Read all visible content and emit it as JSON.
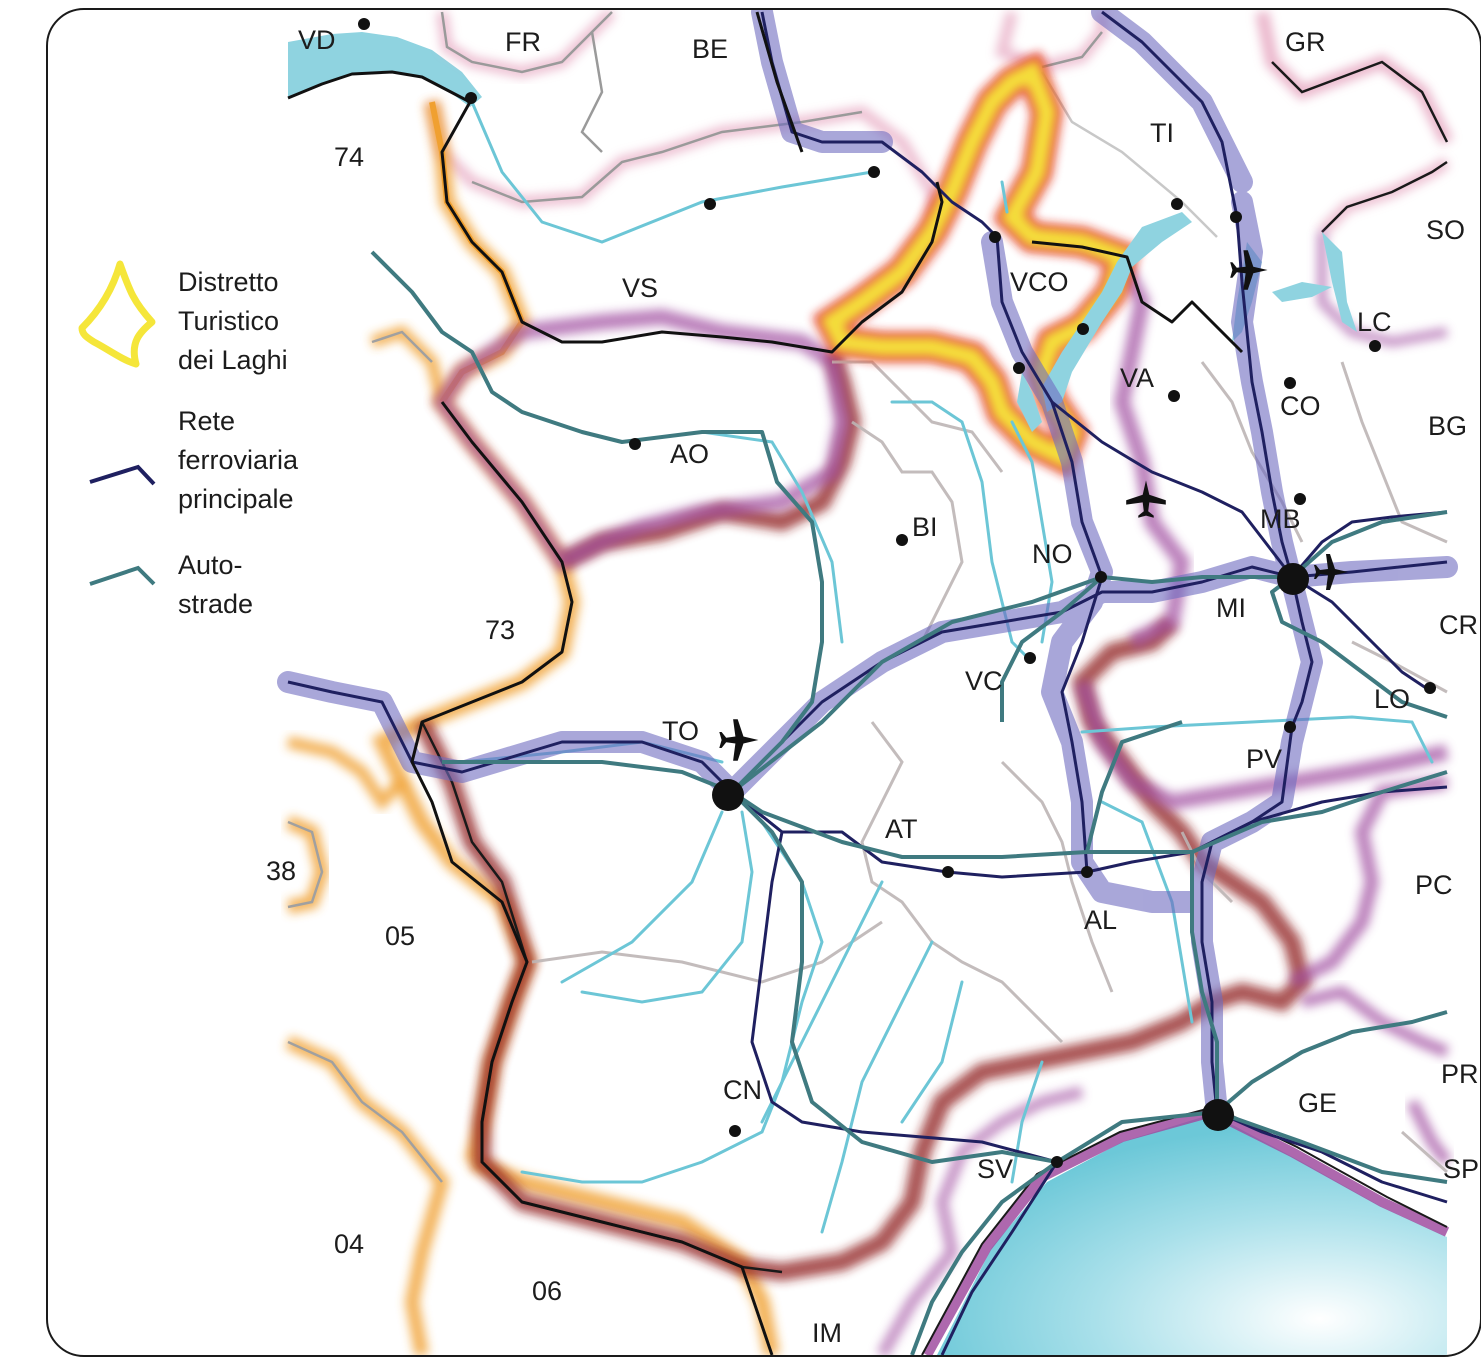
{
  "legend": {
    "tourist_district": [
      "Distretto",
      "Turistico",
      "dei Laghi"
    ],
    "railway": [
      "Rete",
      "ferroviaria",
      "principale"
    ],
    "motorway": [
      "Auto-",
      "strade"
    ]
  },
  "labels": {
    "VD": "VD",
    "FR": "FR",
    "BE": "BE",
    "GR": "GR",
    "TI": "TI",
    "SO": "SO",
    "VS": "VS",
    "VCO": "VCO",
    "LC": "LC",
    "VA": "VA",
    "CO": "CO",
    "BG": "BG",
    "AO": "AO",
    "BI": "BI",
    "MB": "MB",
    "NO": "NO",
    "MI": "MI",
    "CR": "CR",
    "n73": "73",
    "VC": "VC",
    "LO": "LO",
    "TO": "TO",
    "PV": "PV",
    "AT": "AT",
    "n38": "38",
    "PC": "PC",
    "AL": "AL",
    "n05": "05",
    "CN": "CN",
    "GE": "GE",
    "PR": "PR",
    "SV": "SV",
    "SP": "SP",
    "n04": "04",
    "n06": "06",
    "IM": "IM",
    "n74": "74"
  },
  "colors": {
    "sea": "#7dcfdc",
    "lake": "#8fd3e0",
    "france_border": "#f0a030",
    "piemonte_border": "#8e1f1f",
    "lombardia_border": "#a04ea0",
    "swiss_border": "#e6a6c0",
    "tourist_district_outer": "#e01b1b",
    "tourist_district_inner": "#f5e63a",
    "railway": "#1f2060",
    "railway_corridor": "#6f6cc0",
    "motorway": "#3f7a80",
    "river": "#6cc6d6"
  },
  "icons": [
    "airplane-icon",
    "city-dot-icon"
  ]
}
